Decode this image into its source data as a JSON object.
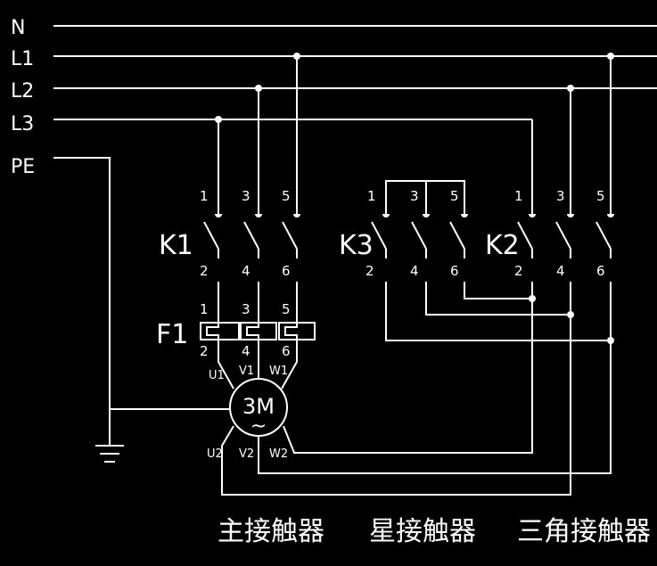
{
  "bus_labels": [
    "N",
    "L1",
    "L2",
    "L3",
    "PE"
  ],
  "contactors": [
    {
      "name": "K1",
      "top_terms": [
        "1",
        "3",
        "5"
      ],
      "bottom_terms": [
        "2",
        "4",
        "6"
      ]
    },
    {
      "name": "K3",
      "top_terms": [
        "1",
        "3",
        "5"
      ],
      "bottom_terms": [
        "2",
        "4",
        "6"
      ]
    },
    {
      "name": "K2",
      "top_terms": [
        "1",
        "3",
        "5"
      ],
      "bottom_terms": [
        "2",
        "4",
        "6"
      ]
    }
  ],
  "relay": {
    "name": "F1",
    "top_terms": [
      "1",
      "3",
      "5"
    ],
    "bottom_terms": [
      "2",
      "4",
      "6"
    ]
  },
  "motor": {
    "name": "3M",
    "symbol": "~",
    "top_terms": [
      "U1",
      "V1",
      "W1"
    ],
    "bottom_terms": [
      "U2",
      "V2",
      "W2"
    ]
  },
  "captions": [
    "主接触器",
    "星接触器",
    "三角接触器"
  ]
}
